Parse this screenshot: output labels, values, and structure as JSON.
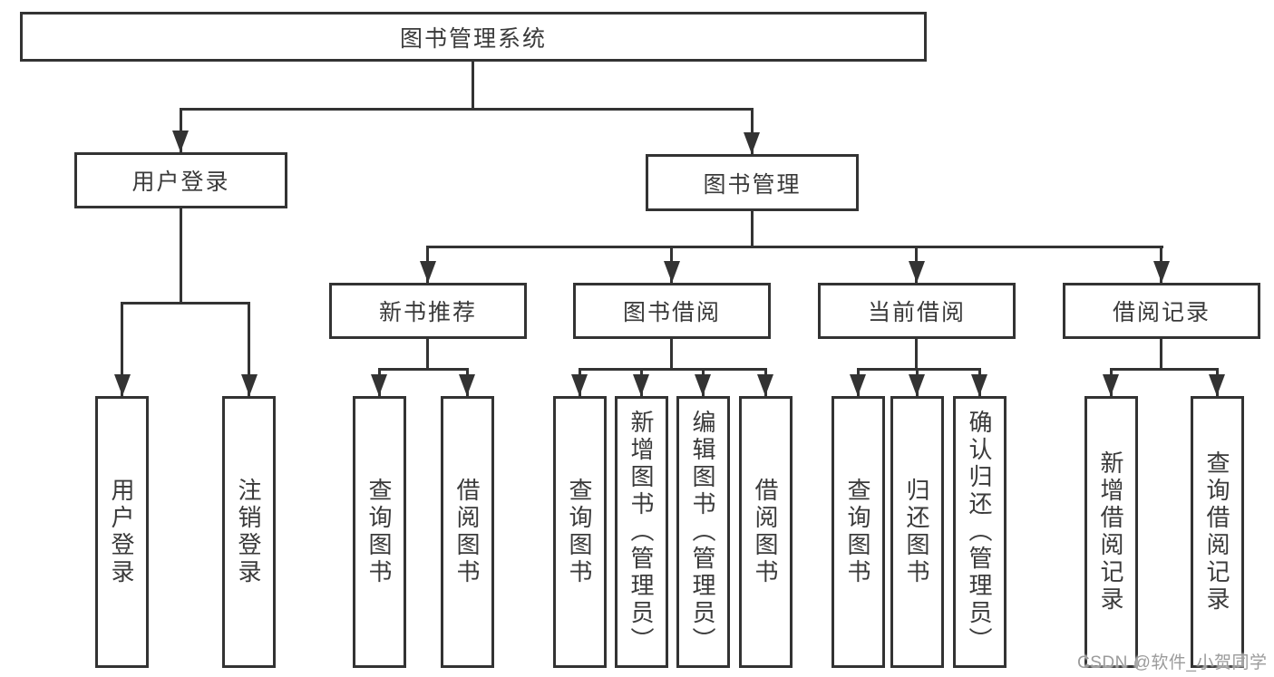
{
  "tree": {
    "root": {
      "label": "图书管理系统"
    },
    "children": [
      {
        "label": "用户登录",
        "children": [
          {
            "label": "用户登录"
          },
          {
            "label": "注销登录"
          }
        ]
      },
      {
        "label": "图书管理",
        "children": [
          {
            "label": "新书推荐",
            "children": [
              {
                "label": "查询图书"
              },
              {
                "label": "借阅图书"
              }
            ]
          },
          {
            "label": "图书借阅",
            "children": [
              {
                "label": "查询图书"
              },
              {
                "label": "新增图书（管理员）"
              },
              {
                "label": "编辑图书（管理员）"
              },
              {
                "label": "借阅图书"
              }
            ]
          },
          {
            "label": "当前借阅",
            "children": [
              {
                "label": "查询图书"
              },
              {
                "label": "归还图书"
              },
              {
                "label": "确认归还（管理员）"
              }
            ]
          },
          {
            "label": "借阅记录",
            "children": [
              {
                "label": "新增借阅记录"
              },
              {
                "label": "查询借阅记录"
              }
            ]
          }
        ]
      }
    ]
  },
  "watermark": {
    "text": "CSDN @软件_小贺同学"
  },
  "colors": {
    "line": "#333333",
    "text": "#3a3a3a",
    "watermark": "#9b9b9b",
    "background": "#ffffff"
  }
}
